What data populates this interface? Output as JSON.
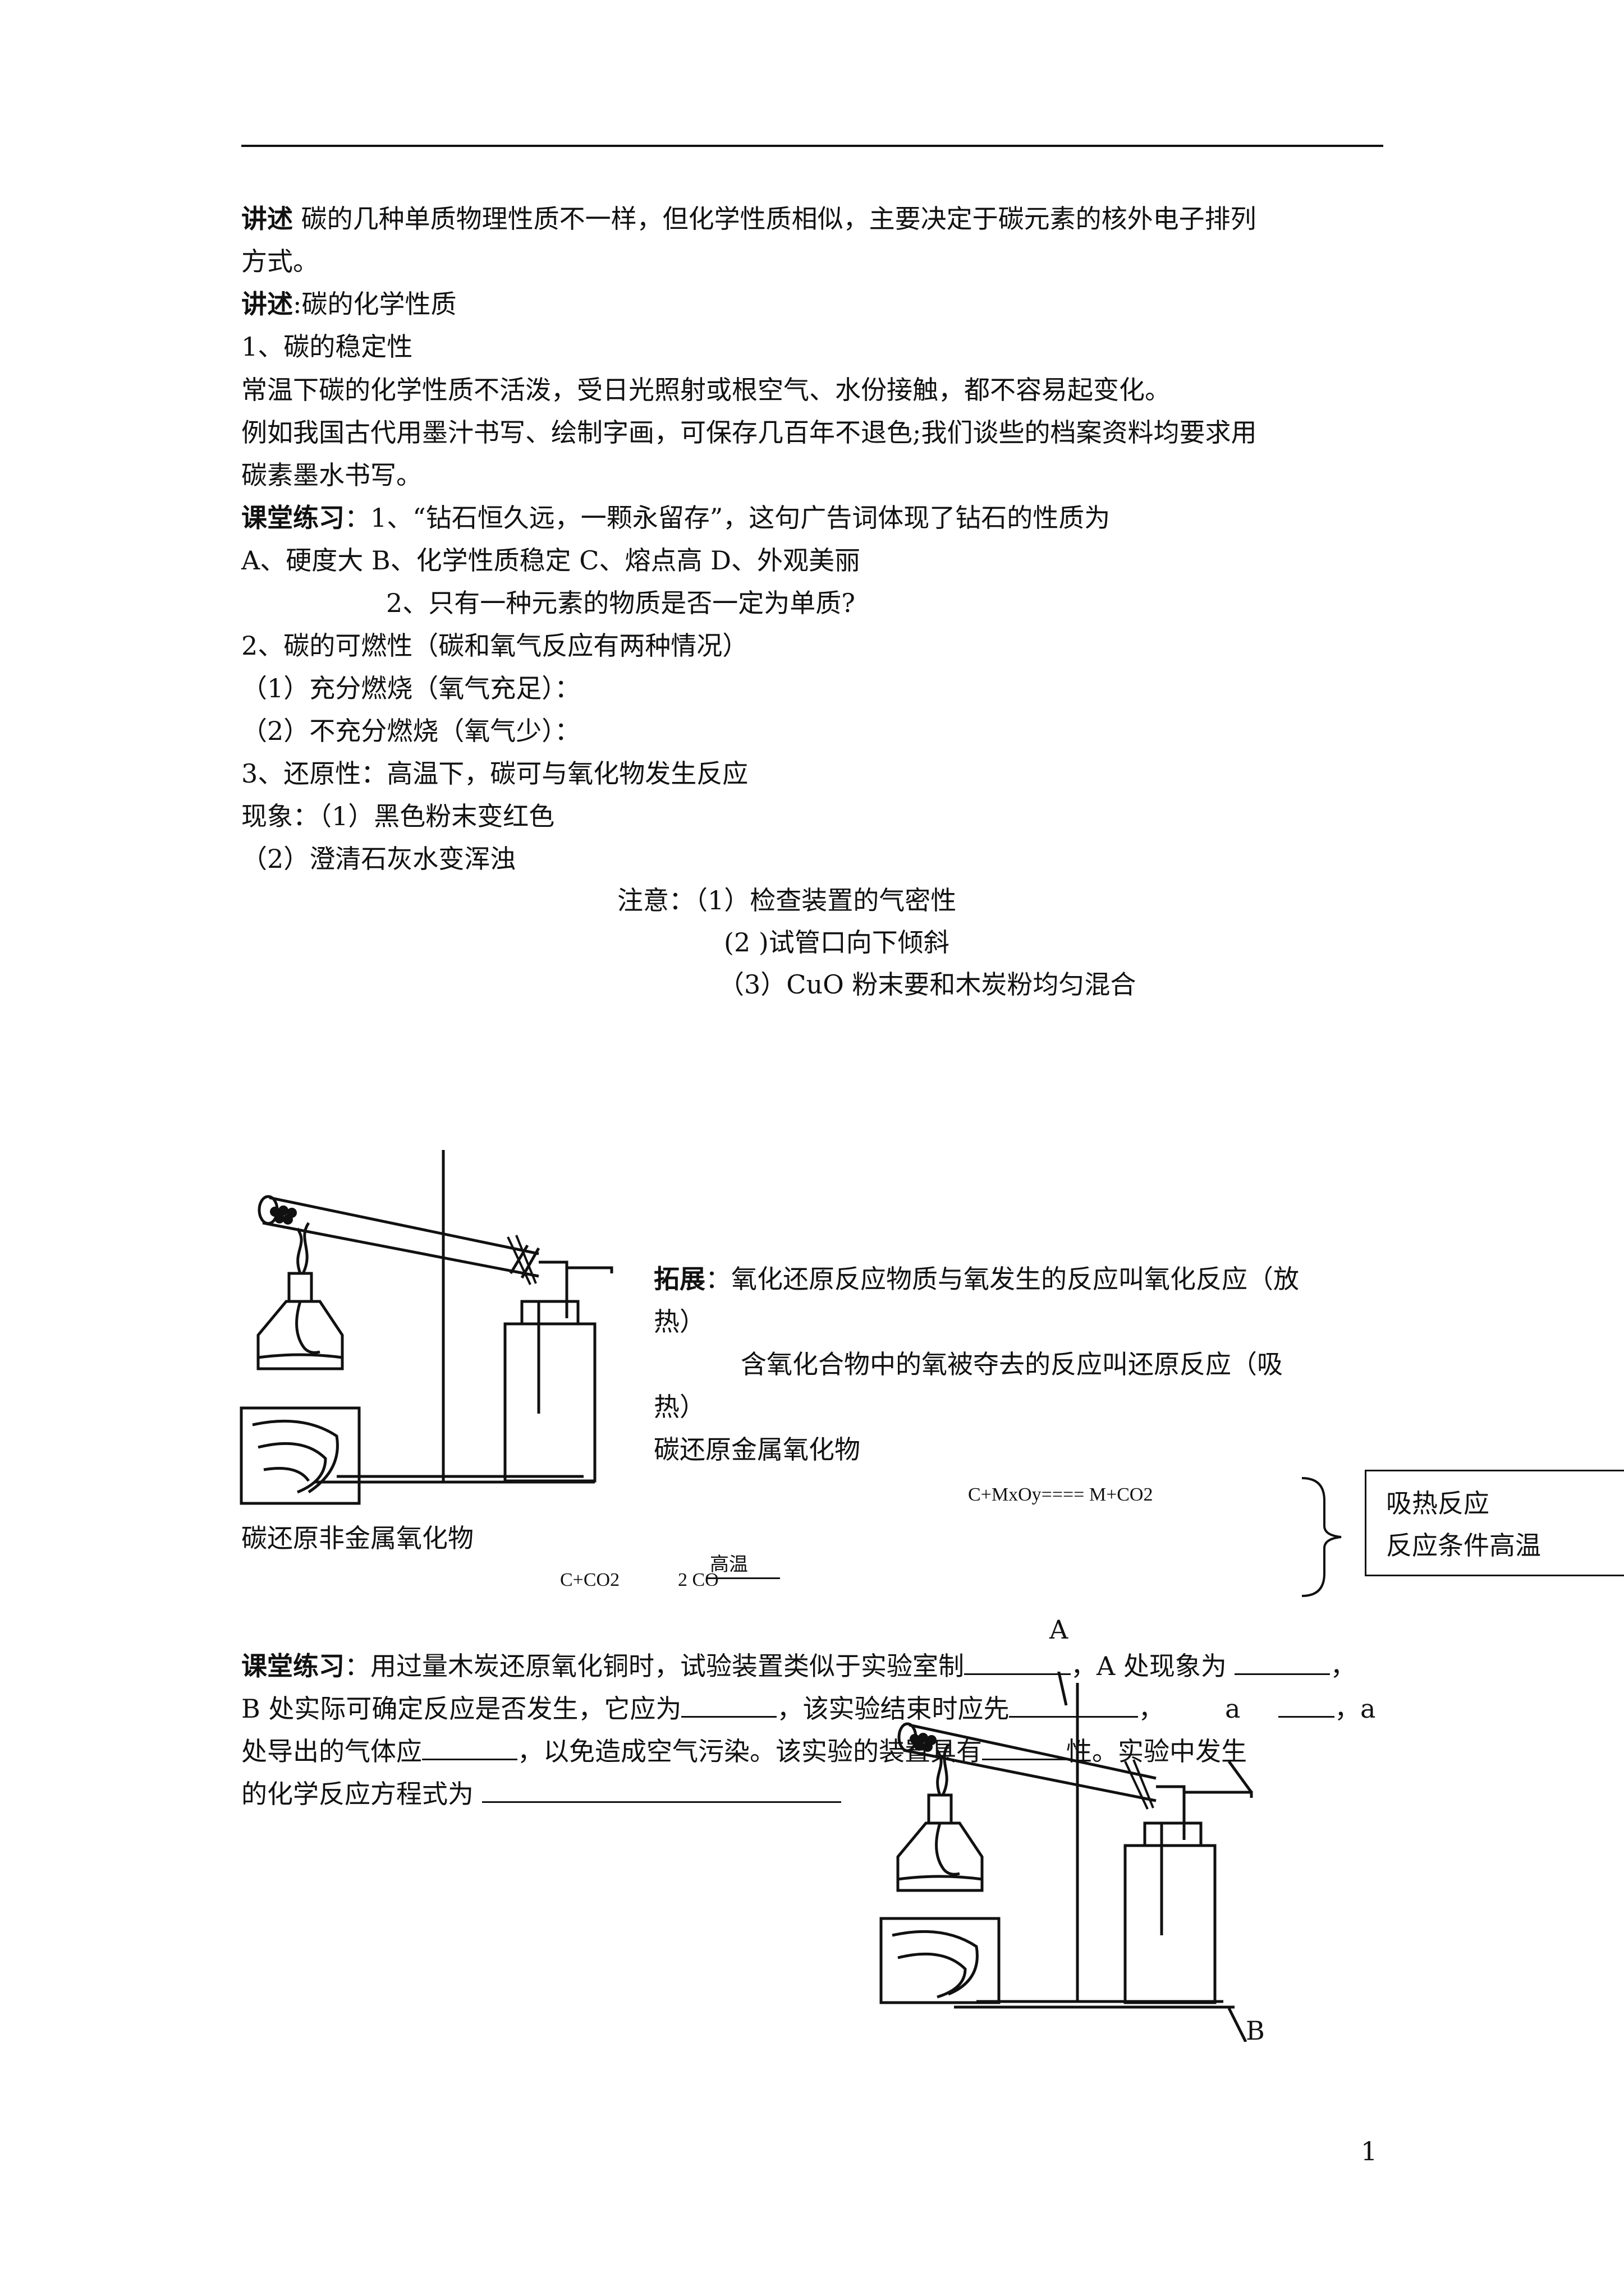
{
  "lines": {
    "l1_label": "讲述",
    "l1_text": " 碳的几种单质物理性质不一样，但化学性质相似，主要决定于碳元素的核外电子排列",
    "l2": "方式。",
    "l3_label": "讲述",
    "l3_text": ":碳的化学性质",
    "l4": "1、碳的稳定性",
    "l5": "常温下碳的化学性质不活泼，受日光照射或根空气、水份接触，都不容易起变化。",
    "l6": "例如我国古代用墨汁书写、绘制字画，可保存几百年不退色;我们谈些的档案资料均要求用",
    "l7": "碳素墨水书写。",
    "l8_label": "课堂练习",
    "l8_text": "：1、“钻石恒久远，一颗永留存”，这句广告词体现了钻石的性质为",
    "l9": "A、硬度大     B、化学性质稳定     C、熔点高       D、外观美丽",
    "l10": "2、只有一种元素的物质是否一定为单质?",
    "l11": "2、碳的可燃性（碳和氧气反应有两种情况）",
    "l12": "（1）充分燃烧（氧气充足）：",
    "l13": "（2）不充分燃烧（氧气少）：",
    "l14": "3、还原性：高温下，碳可与氧化物发生反应",
    "l15": "现象：（1）黑色粉末变红色",
    "l16": "（2）澄清石灰水变浑浊"
  },
  "notes": {
    "n1": "注意：（1）检查装置的气密性",
    "n2": "(2 )试管口向下倾斜",
    "n3": "（3）CuO 粉末要和木炭粉均匀混合"
  },
  "extension": {
    "label": "拓展",
    "e1": "：氧化还原反应物质与氧发生的反应叫氧化反应（放",
    "e2": "热）",
    "e3": "含氧化合物中的氧被夺去的反应叫还原反应（吸",
    "e4": "热）",
    "e5": "碳还原金属氧化物",
    "formula1": "C+MxOy==== M+CO2",
    "nonmetal": "碳还原非金属氧化物",
    "formula2_left": "C+CO2",
    "formula2_right": "2 CO",
    "condition": "高温"
  },
  "box": {
    "line1": "吸热反应",
    "line2": "反应条件高温"
  },
  "exercise": {
    "label": "课堂练习",
    "t1a": "：用过量木炭还原氧化铜时，试验装置类似于实验室制",
    "t1b": "，A 处现象为",
    "t1c": "，",
    "t2a": "B 处实际可确定反应是否发生，它应为",
    "t2b": "，该实验结束时应先",
    "t2c": "，",
    "t2d": "a",
    "t2e": "，a",
    "t3a": "处导出的气体应",
    "t3b": "，以免造成空气污染。该实验的装置具有",
    "t3c": "性。实验中发生",
    "t4": "的化学反应方程式为"
  },
  "diagram_labels": {
    "A": "A",
    "a": "a",
    "B": "B"
  },
  "page_number": "1"
}
